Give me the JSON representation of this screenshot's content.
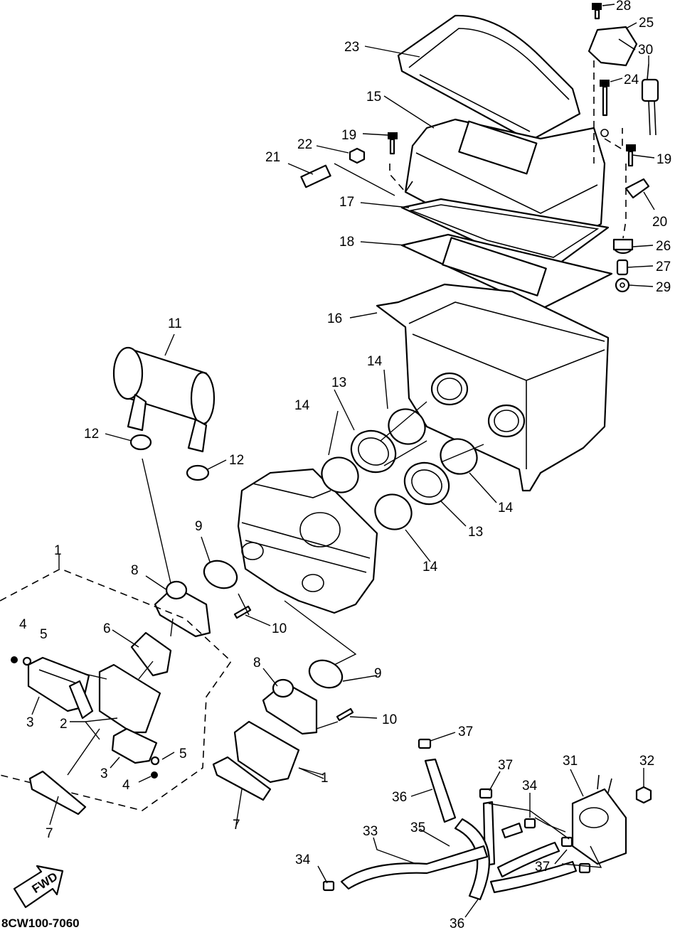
{
  "diagram": {
    "code": "8CW100-7060",
    "direction_label": "FWD",
    "callouts": [
      "1",
      "2",
      "3",
      "4",
      "5",
      "6",
      "7",
      "8",
      "9",
      "10",
      "11",
      "12",
      "13",
      "14",
      "15",
      "16",
      "17",
      "18",
      "19",
      "20",
      "21",
      "22",
      "23",
      "24",
      "25",
      "26",
      "27",
      "28",
      "29",
      "30",
      "31",
      "32",
      "33",
      "34",
      "35",
      "36",
      "37"
    ]
  }
}
